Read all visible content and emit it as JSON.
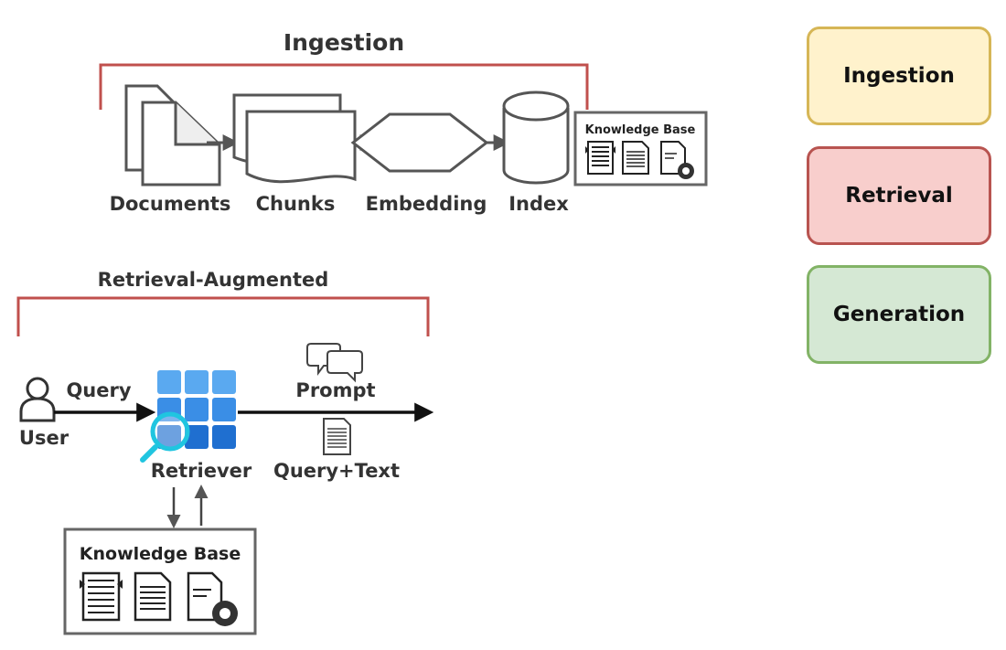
{
  "ingestion": {
    "title": "Ingestion",
    "labels": {
      "documents": "Documents",
      "chunks": "Chunks",
      "embedding": "Embedding",
      "index": "Index"
    },
    "knowledge_base_title": "Knowledge Base"
  },
  "rag": {
    "title": "Retrieval-Augmented",
    "user": "User",
    "query": "Query",
    "retriever": "Retriever",
    "prompt": "Prompt",
    "query_text": "Query+Text",
    "knowledge_base_title": "Knowledge Base"
  },
  "legend": [
    {
      "label": "Ingestion",
      "fill": "#fff2cc",
      "border": "#d6b656"
    },
    {
      "label": "Retrieval",
      "fill": "#f8cecc",
      "border": "#b85450"
    },
    {
      "label": "Generation",
      "fill": "#d5e8d4",
      "border": "#82b366"
    }
  ],
  "colors": {
    "bracket": "#c0504d",
    "shape_stroke": "#555555",
    "retriever_blue": "#3a8ee6",
    "magnifier": "#20c5e0"
  }
}
